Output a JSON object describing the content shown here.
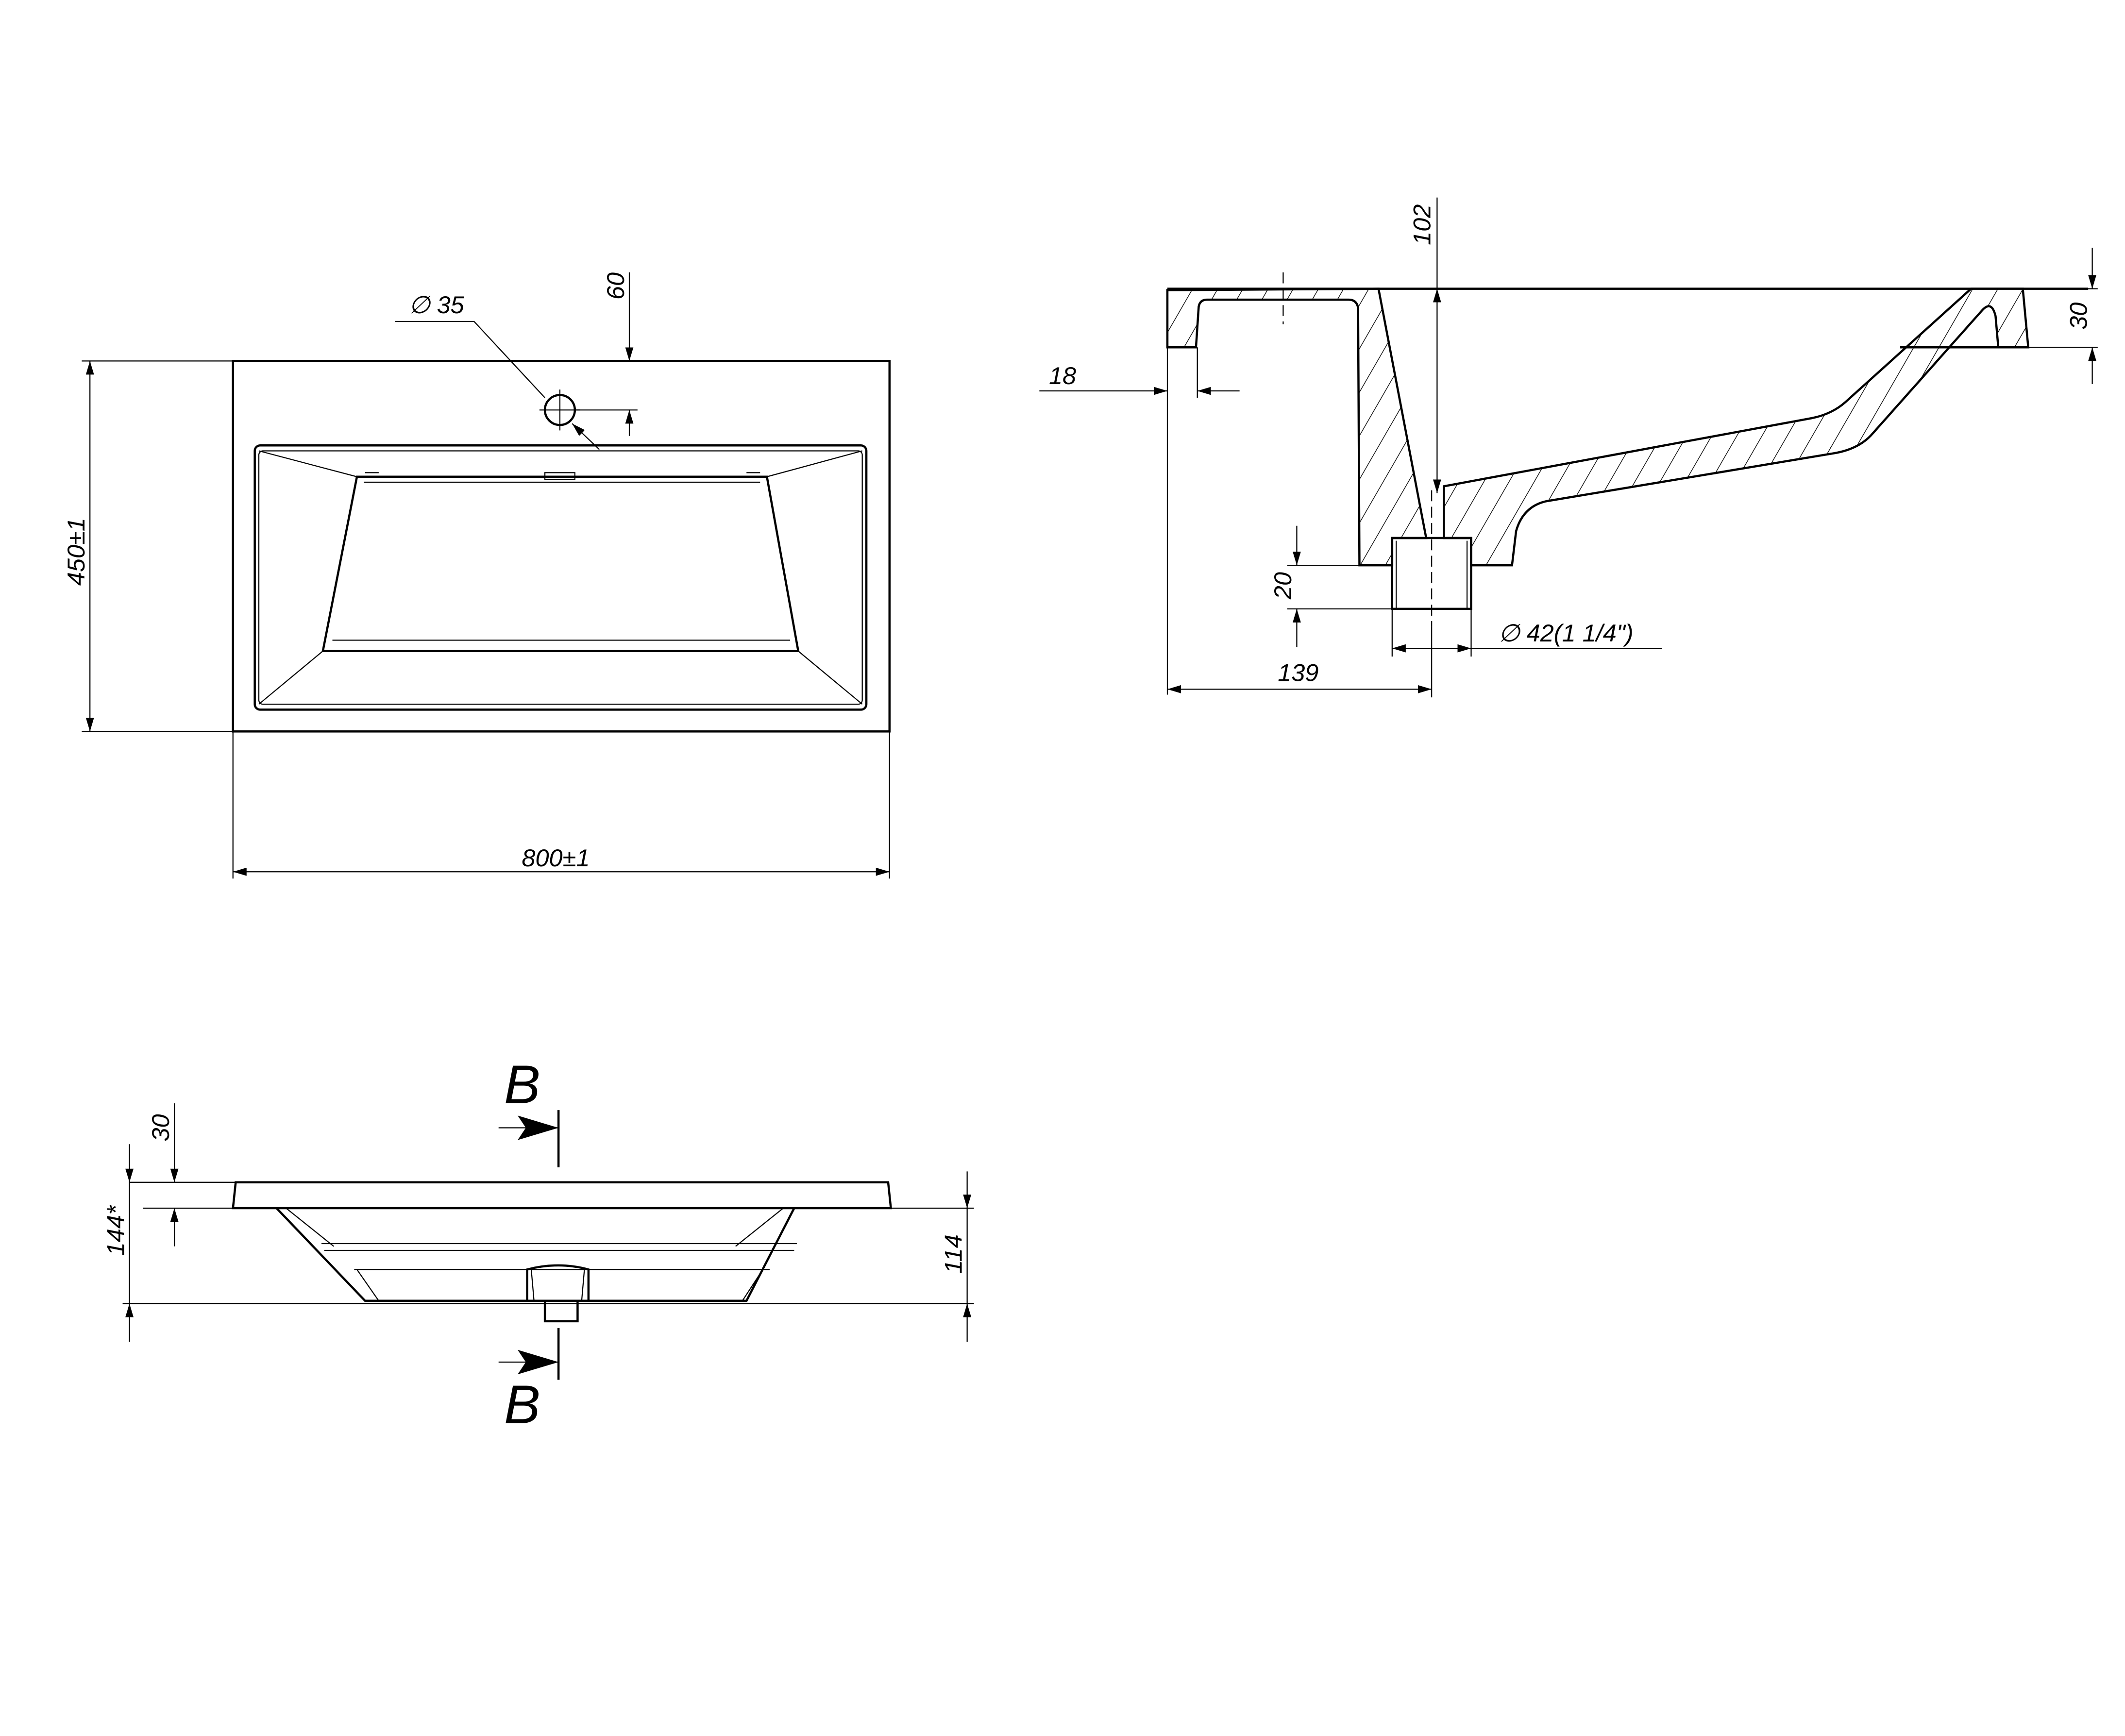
{
  "top_view": {
    "width_dim": "800±1",
    "depth_dim": "450±1",
    "hole_dia": "∅ 35",
    "hole_offset": "60"
  },
  "section_view": {
    "rim_overhang": "18",
    "depth_dim": "102",
    "rim_thickness": "30",
    "drain_length": "20",
    "drain_dia": "∅ 42(1 1/4\")",
    "drain_offset": "139"
  },
  "front_view": {
    "rim_thickness": "30",
    "total_height": "144*",
    "bowl_height": "114",
    "section_label_top": "B",
    "section_label_bottom": "B"
  }
}
